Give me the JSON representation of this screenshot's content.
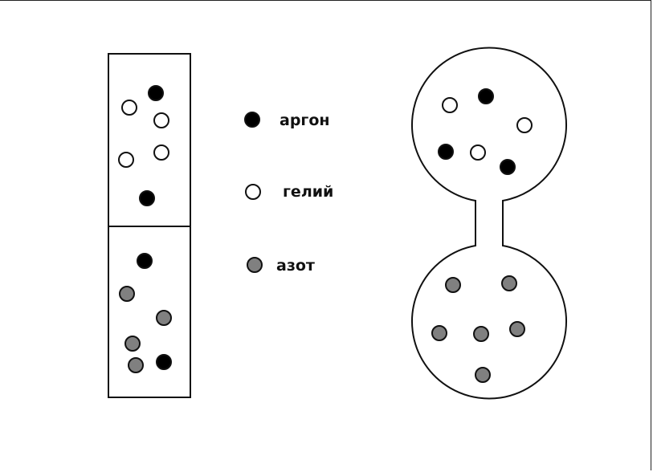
{
  "legend": {
    "argon": {
      "label": "аргон"
    },
    "helium": {
      "label": "гелий"
    },
    "nitrogen": {
      "label": "азот"
    }
  },
  "colors": {
    "argon": "#000000",
    "helium": "#ffffff",
    "nitrogen": "#808080",
    "stroke": "#111111"
  }
}
